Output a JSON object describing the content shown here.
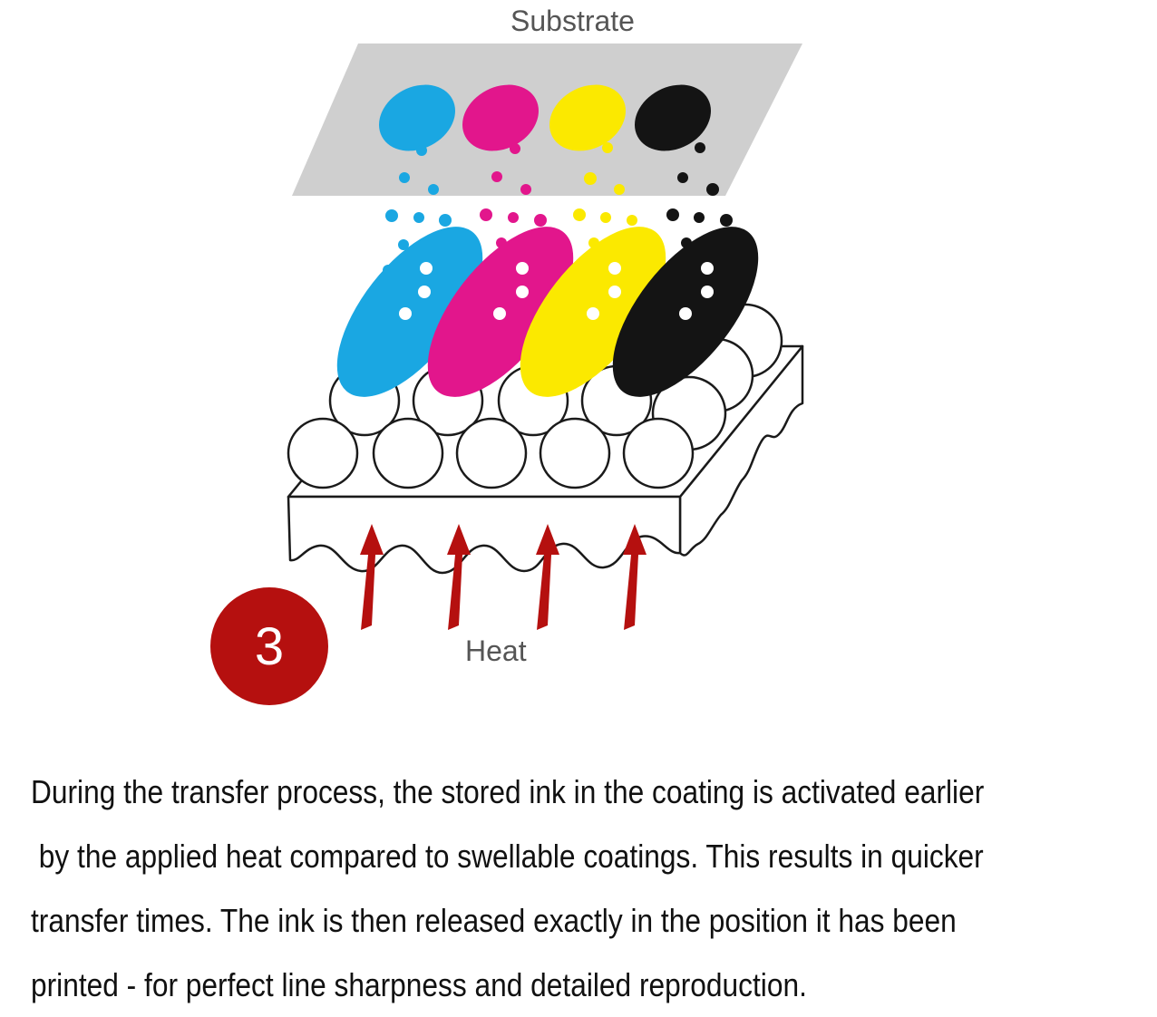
{
  "diagram": {
    "labels": {
      "substrate": "Substrate",
      "heat": "Heat",
      "step": "3"
    },
    "inks": [
      {
        "name": "cyan",
        "color": "#1aa7e2"
      },
      {
        "name": "magenta",
        "color": "#e2168c"
      },
      {
        "name": "yellow",
        "color": "#fbe900"
      },
      {
        "name": "black",
        "color": "#141414"
      }
    ],
    "heat_arrow_color": "#b5100f",
    "substrate_color": "#cfcfcf"
  },
  "caption": {
    "lines": [
      "During the transfer process, the stored ink in the coating is activated earlier",
      " by the applied heat compared to swellable coatings. This results in quicker",
      "transfer times. The ink is then released exactly in the position it has been",
      "printed - for perfect line sharpness and detailed reproduction."
    ]
  }
}
